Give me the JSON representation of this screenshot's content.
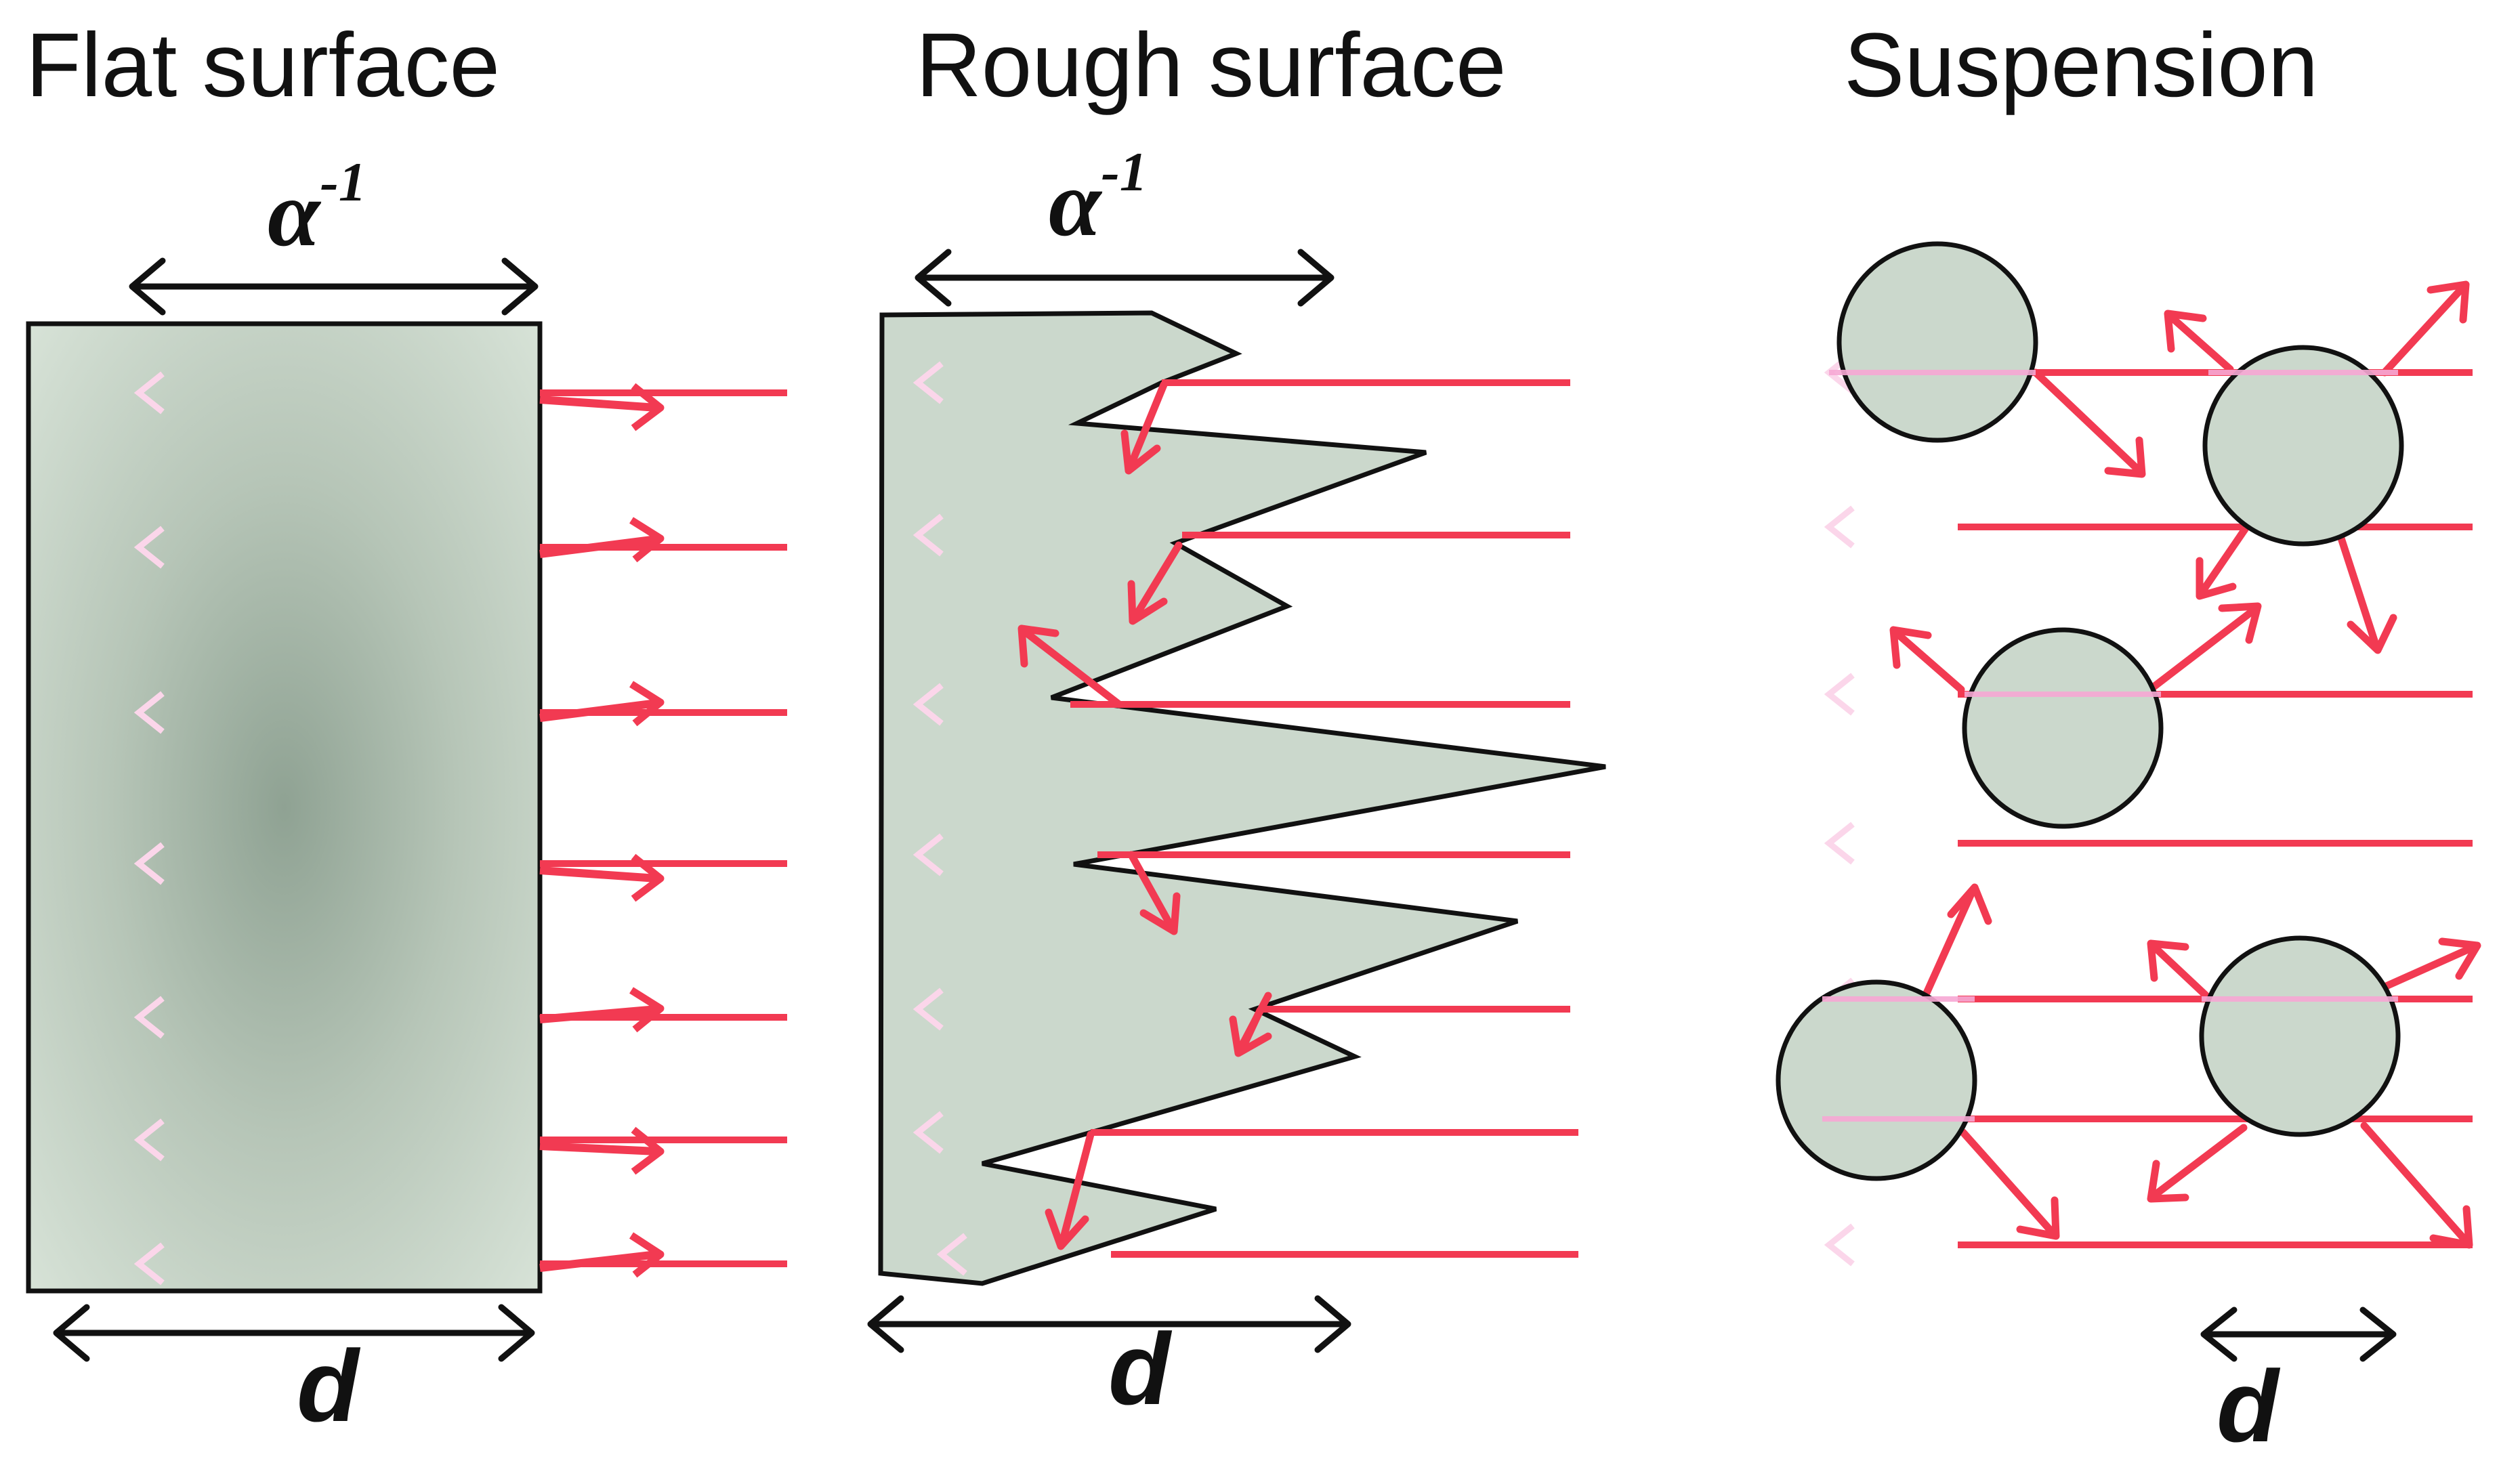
{
  "panels": {
    "flat": {
      "title": "Flat surface",
      "width_symbol": "α",
      "width_exponent": "-1",
      "thickness_symbol": "d"
    },
    "rough": {
      "title": "Rough surface",
      "width_symbol": "α",
      "width_exponent": "-1",
      "thickness_symbol": "d"
    },
    "suspension": {
      "title": "Suspension",
      "particle_symbol": "d"
    }
  },
  "colors": {
    "incident_beam": "#f23a52",
    "reflected_beam": "#f7a8d4",
    "scattered_arrow": "#f23a52",
    "material_fill": "#cbd8cc",
    "outline": "#111111"
  }
}
